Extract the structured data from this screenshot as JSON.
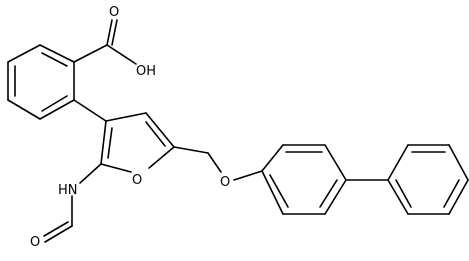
{
  "diagram": {
    "type": "chemical-structure",
    "atom_labels": {
      "carbonyl_o": "O",
      "hydroxyl": "OH",
      "furan_o": "O",
      "nh": "HN",
      "formyl_o": "O",
      "ether_o": "O"
    }
  }
}
